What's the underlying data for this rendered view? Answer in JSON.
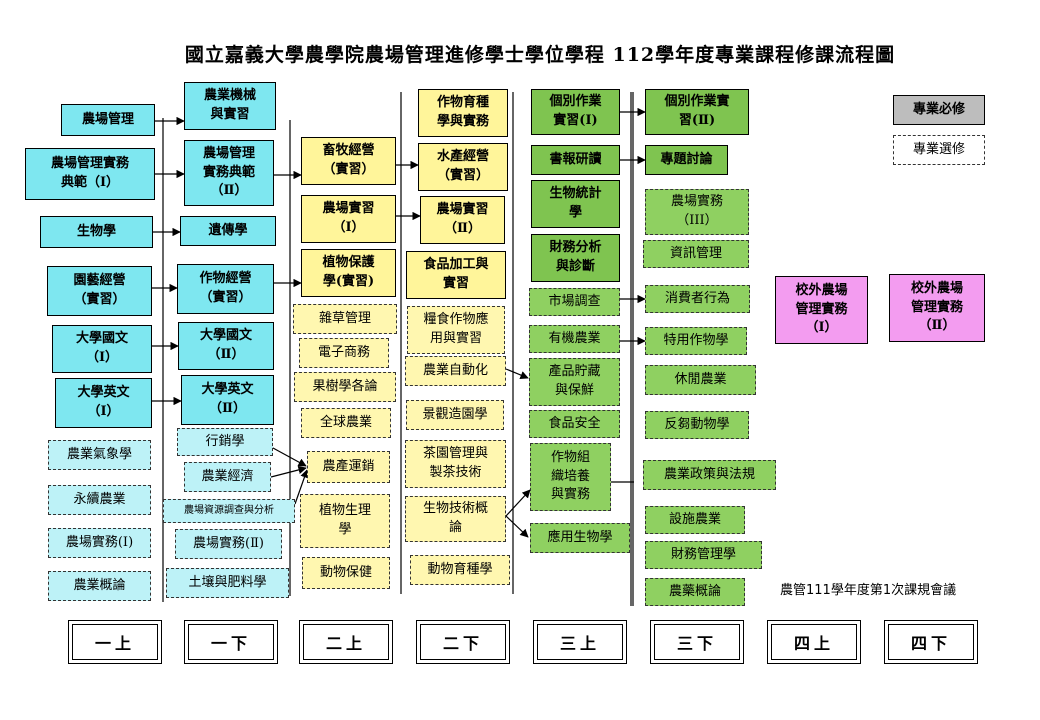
{
  "title": "國立嘉義大學農學院農場管理進修學士學位學程 112學年度專業課程修課流程圖",
  "legend": {
    "required": "專業必修",
    "elective": "專業選修"
  },
  "note": "農管111學年度第1次課規會議",
  "semesters": [
    "一上",
    "一下",
    "二上",
    "二下",
    "三上",
    "三下",
    "四上",
    "四下"
  ],
  "courses": {
    "c1": "農場管理",
    "c2": "農場管理實務\n典範（Ⅰ）",
    "c3": "生物學",
    "c4": "園藝經營\n（實習）",
    "c5": "大學國文\n（Ⅰ）",
    "c6": "大學英文\n（Ⅰ）",
    "c7": "農業氣象學",
    "c8": "永續農業",
    "c9": "農場實務(Ⅰ)",
    "c10": "農業概論",
    "c11": "農業機械\n與實習",
    "c12": "農場管理\n實務典範\n（Ⅱ）",
    "c13": "遺傳學",
    "c14": "作物經營\n（實習）",
    "c15": "大學國文\n（Ⅱ）",
    "c16": "大學英文\n（Ⅱ）",
    "c17": "行銷學",
    "c18": "農業經濟",
    "c19": "農場資源調查與分析",
    "c20": "農場實務(Ⅱ)",
    "c21": "土壤與肥料學",
    "c22": "畜牧經營\n（實習）",
    "c23": "農場實習\n（Ⅰ）",
    "c24": "植物保護\n學(實習)",
    "c25": "雜草管理",
    "c26": "電子商務",
    "c27": "果樹學各論",
    "c28": "全球農業",
    "c29": "農產運銷",
    "c30": "植物生理\n學",
    "c31": "動物保健",
    "c32": "作物育種\n學與實務",
    "c33": "水產經營\n（實習）",
    "c34": "農場實習\n（Ⅱ）",
    "c35": "食品加工與\n實習",
    "c36": "糧食作物應\n用與實習",
    "c37": "農業自動化",
    "c38": "景觀造園學",
    "c39": "茶園管理與\n製茶技術",
    "c40": "生物技術概\n論",
    "c41": "動物育種學",
    "c42": "個別作業\n實習(Ⅰ)",
    "c43": "書報研讀",
    "c44": "生物統計\n學",
    "c45": "財務分析\n與診斷",
    "c46": "市場調查",
    "c47": "有機農業",
    "c48": "產品貯藏\n與保鮮",
    "c49": "食品安全",
    "c50": "作物組\n織培養\n與實務",
    "c51": "應用生物學",
    "c52": "個別作業實\n習(Ⅱ)",
    "c53": "專題討論",
    "c54": "農場實務\n（III）",
    "c55": "資訊管理",
    "c56": "消費者行為",
    "c57": "特用作物學",
    "c58": "休閒農業",
    "c59": "反芻動物學",
    "c60": "農業政策與法規",
    "c61": "設施農業",
    "c62": "財務管理學",
    "c63": "農藥概論",
    "c64": "校外農場\n管理實務\n（Ⅰ）",
    "c65": "校外農場\n管理實務\n（Ⅱ）"
  }
}
